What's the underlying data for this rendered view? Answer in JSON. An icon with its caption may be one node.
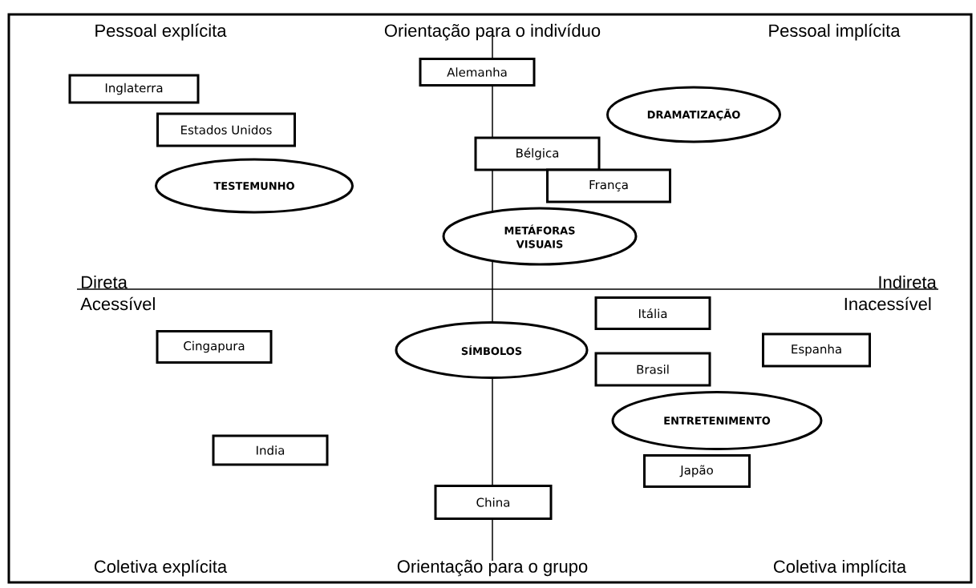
{
  "diagram": {
    "nodes": [
      {
        "text": [
          "Alemanha"
        ]
      },
      {
        "text": [
          "Inglaterra"
        ]
      },
      {
        "text": [
          "DRAMATIZAÇÃO"
        ]
      },
      {
        "text": [
          "Estados Unidos"
        ]
      },
      {
        "text": [
          "Bélgica"
        ]
      },
      {
        "text": [
          "TESTEMUNHO"
        ]
      },
      {
        "text": [
          "França"
        ]
      },
      {
        "text": [
          "METÁFORAS VISUAIS"
        ]
      },
      {
        "text": [
          "Itália"
        ]
      },
      {
        "text": [
          "SÍMBOLOS"
        ]
      },
      {
        "text": [
          "Espanha"
        ]
      },
      {
        "text": [
          "Cingapura"
        ]
      },
      {
        "text": [
          "Brasil"
        ]
      },
      {
        "text": [
          "ENTRETENIMENTO"
        ]
      },
      {
        "text": [
          "India"
        ]
      },
      {
        "text": [
          "Japão"
        ]
      },
      {
        "text": [
          "China"
        ]
      }
    ],
    "labels": [
      "Pessoal explícita",
      "Orientação para o indivíduo",
      "Pessoal implícita",
      "Direta",
      "Indireta",
      "Acessível",
      "Inacessível",
      "Coletiva explícita",
      "Orientação para o grupo",
      "Coletiva implícita"
    ]
  }
}
